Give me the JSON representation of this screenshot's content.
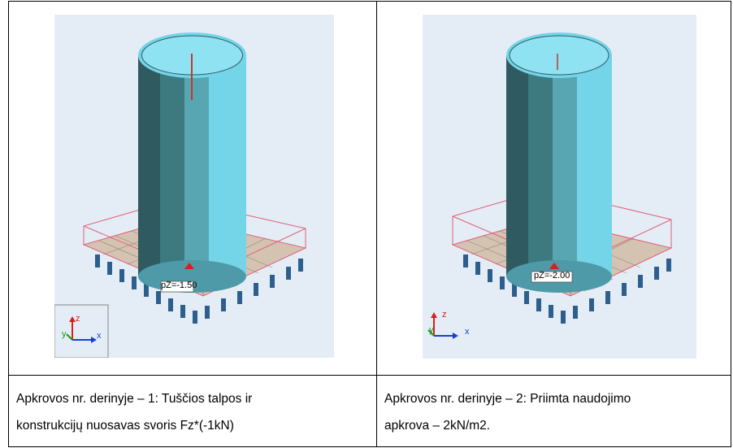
{
  "panels": [
    {
      "label": "pZ=-1.50",
      "axis": {
        "x": "x",
        "y": "y",
        "z": "z"
      },
      "caption_line1": "Apkrovos nr. derinyje – 1: Tuščios talpos ir",
      "caption_line2": "konstrukcijų nuosavas svoris Fz*(-1kN)"
    },
    {
      "label": "pZ=-2.00",
      "axis": {
        "x": "x",
        "y": "y",
        "z": "z"
      },
      "caption_line1": "Apkrovos nr. derinyje – 2: Priimta naudojimo",
      "caption_line2": "apkrova – 2kN/m2."
    }
  ],
  "colors": {
    "background": "#e4edf6",
    "tank_dark": "#2f5a5f",
    "tank_light": "#74d4e8",
    "load_lines": "#e0607a",
    "columns": "#2d5f8e",
    "label_bg": "#ffffff"
  }
}
